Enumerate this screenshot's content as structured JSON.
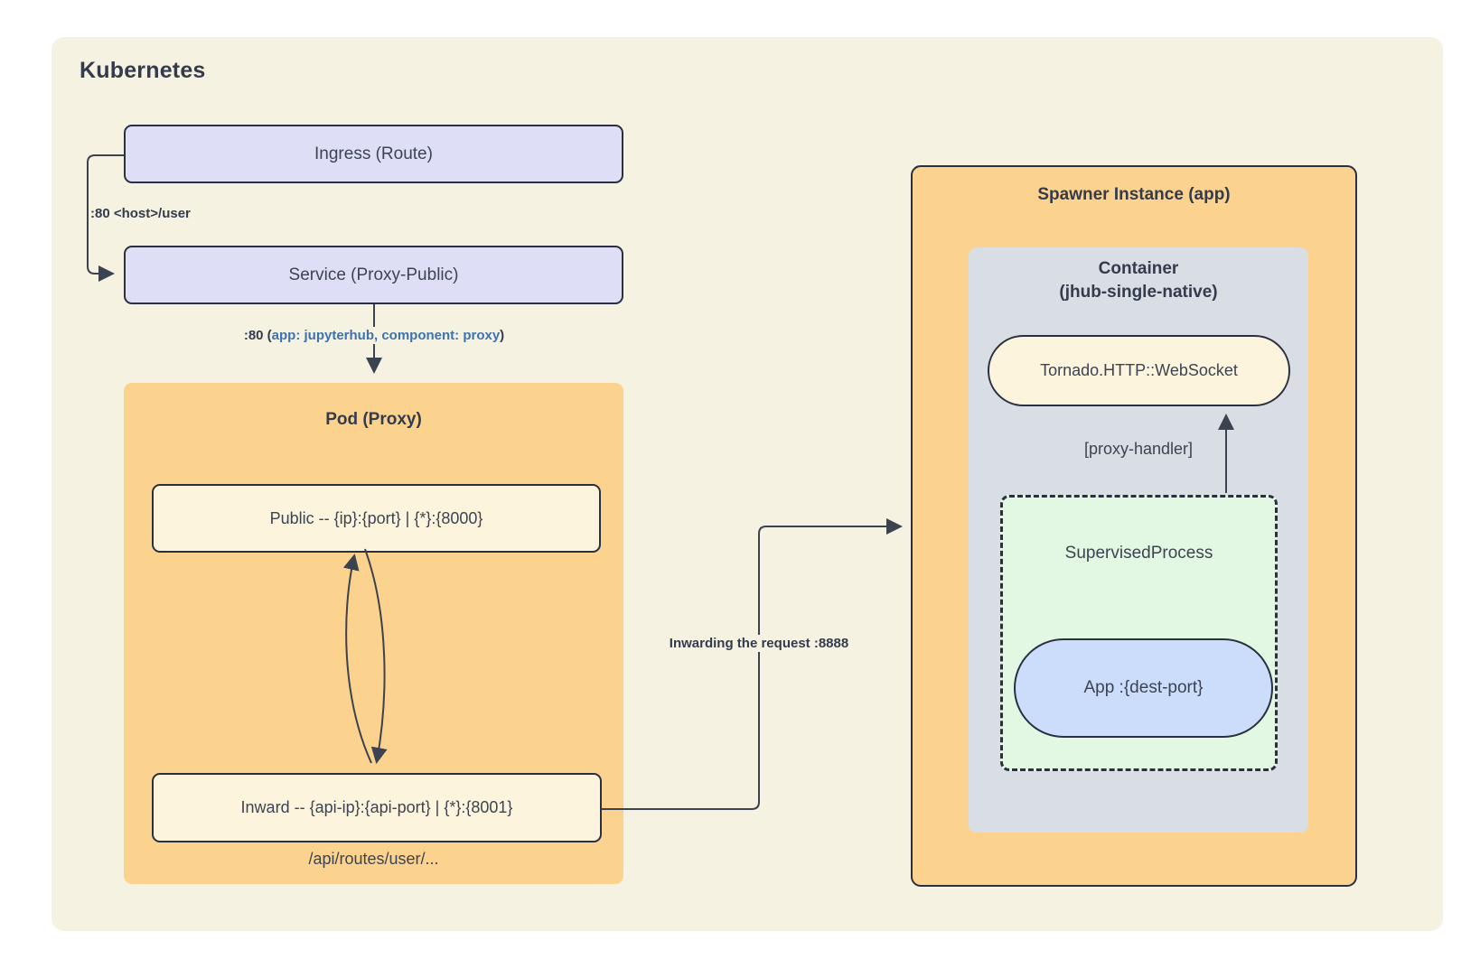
{
  "diagram": {
    "title": "Kubernetes",
    "nodes": {
      "ingress": "Ingress (Route)",
      "service": "Service (Proxy-Public)",
      "pod_title": "Pod (Proxy)",
      "public_endpoint": "Public -- {ip}:{port} | {*}:{8000}",
      "inward_endpoint": "Inward -- {api-ip}:{api-port} | {*}:{8001}",
      "api_route_note": "/api/routes/user/...",
      "spawner_title": "Spawner Instance (app)",
      "container_title_line1": "Container",
      "container_title_line2": "(jhub-single-native)",
      "tornado": "Tornado.HTTP::WebSocket",
      "proxy_handler_label": "[proxy-handler]",
      "supervised_process": "SupervisedProcess",
      "app_pill": "App :{dest-port}"
    },
    "edge_labels": {
      "ingress_to_service": ":80 <host>/user",
      "service_to_pod_prefix": ":80 (",
      "service_to_pod_selector": "app: jupyterhub, component: proxy",
      "service_to_pod_suffix": ")",
      "inward_to_spawner": "Inwarding the request :8888"
    },
    "colors": {
      "canvas": "#F5F2E1",
      "lavender": "#DEDFF7",
      "orange": "#FBD28E",
      "cream_node": "#FDF4DE",
      "gray": "#D9DDE4",
      "green": "#E2F8E3",
      "blue_pill": "#CBDDFA",
      "border": "#2A3040",
      "text_dark": "#333B4D",
      "text_regular": "#3C4452",
      "selector_blue": "#3E72AE",
      "edge": "#3B4250"
    }
  }
}
